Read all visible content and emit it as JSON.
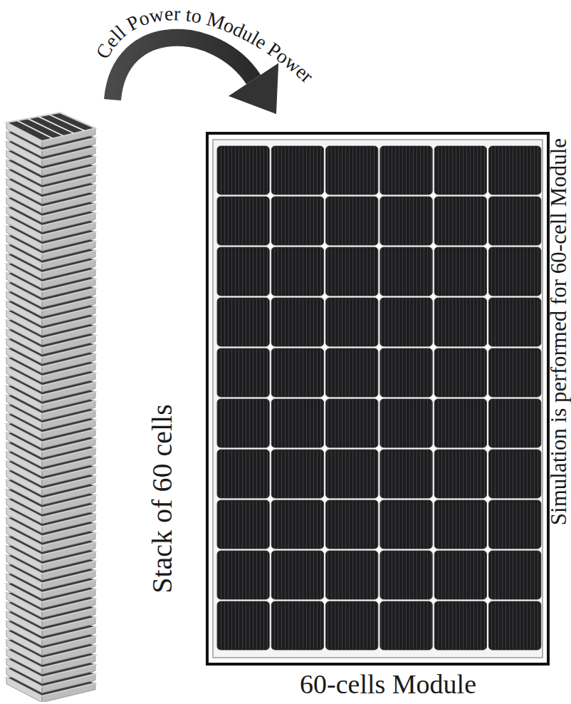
{
  "diagram": {
    "nodes": [
      {
        "text": [
          "Stack of 60 cells"
        ]
      },
      {
        "text": [
          "60-cells Module",
          "Simulation is performed for 60-cell Module"
        ]
      }
    ],
    "edges": [
      {
        "from": 0,
        "to": 1,
        "arrow": "to",
        "label": "Cell Power to Module Power"
      }
    ]
  }
}
